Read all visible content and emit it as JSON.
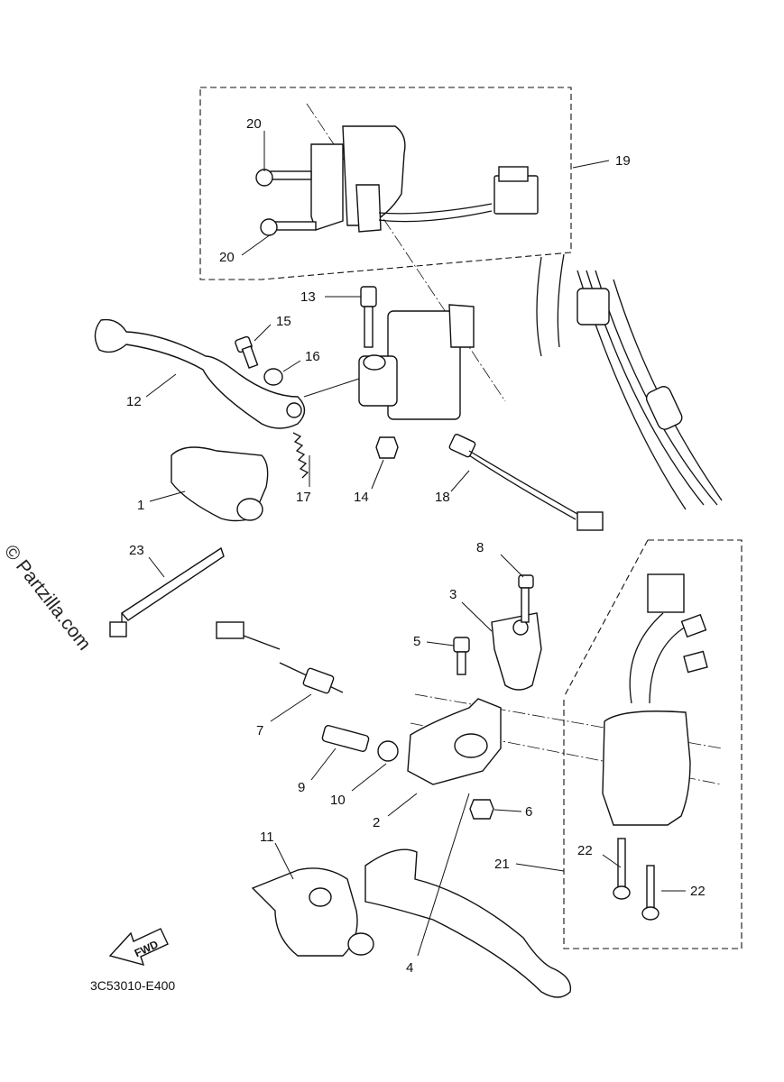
{
  "watermark": "© Partzilla.com",
  "part_code": "3C53010-E400",
  "fwd_label": "FWD",
  "callouts": [
    {
      "id": "c1",
      "label": "1"
    },
    {
      "id": "c2",
      "label": "2"
    },
    {
      "id": "c3",
      "label": "3"
    },
    {
      "id": "c4",
      "label": "4"
    },
    {
      "id": "c5",
      "label": "5"
    },
    {
      "id": "c6",
      "label": "6"
    },
    {
      "id": "c7",
      "label": "7"
    },
    {
      "id": "c8",
      "label": "8"
    },
    {
      "id": "c9",
      "label": "9"
    },
    {
      "id": "c10",
      "label": "10"
    },
    {
      "id": "c11",
      "label": "11"
    },
    {
      "id": "c12",
      "label": "12"
    },
    {
      "id": "c13",
      "label": "13"
    },
    {
      "id": "c14",
      "label": "14"
    },
    {
      "id": "c15",
      "label": "15"
    },
    {
      "id": "c16",
      "label": "16"
    },
    {
      "id": "c17",
      "label": "17"
    },
    {
      "id": "c18",
      "label": "18"
    },
    {
      "id": "c19",
      "label": "19"
    },
    {
      "id": "c20a",
      "label": "20"
    },
    {
      "id": "c20b",
      "label": "20"
    },
    {
      "id": "c21",
      "label": "21"
    },
    {
      "id": "c22a",
      "label": "22"
    },
    {
      "id": "c22b",
      "label": "22"
    },
    {
      "id": "c23",
      "label": "23"
    }
  ]
}
